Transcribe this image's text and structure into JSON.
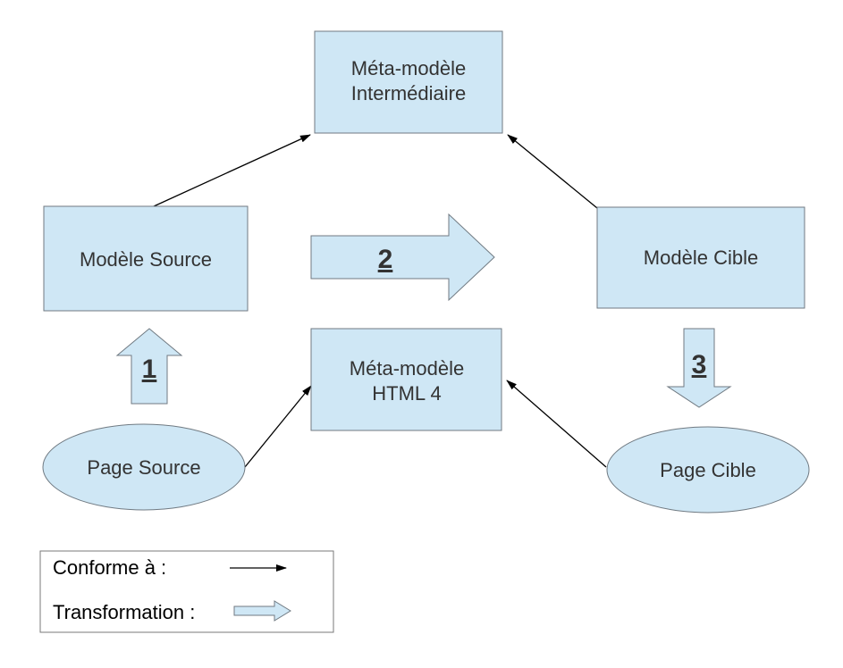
{
  "colors": {
    "fill": "#cfe7f5",
    "stroke": "#707a82",
    "connector": "#000000",
    "text": "#333333"
  },
  "nodes": {
    "meta_intermediaire": {
      "line1": "Méta-modèle",
      "line2": "Intermédiaire"
    },
    "modele_source": {
      "label": "Modèle Source"
    },
    "modele_cible": {
      "label": "Modèle Cible"
    },
    "meta_html": {
      "line1": "Méta-modèle",
      "line2": "HTML 4"
    },
    "page_source": {
      "label": "Page Source"
    },
    "page_cible": {
      "label": "Page Cible"
    }
  },
  "steps": {
    "step1": "1",
    "step2": "2",
    "step3": "3"
  },
  "legend": {
    "conforme_label": "Conforme à :",
    "transformation_label": "Transformation :"
  }
}
